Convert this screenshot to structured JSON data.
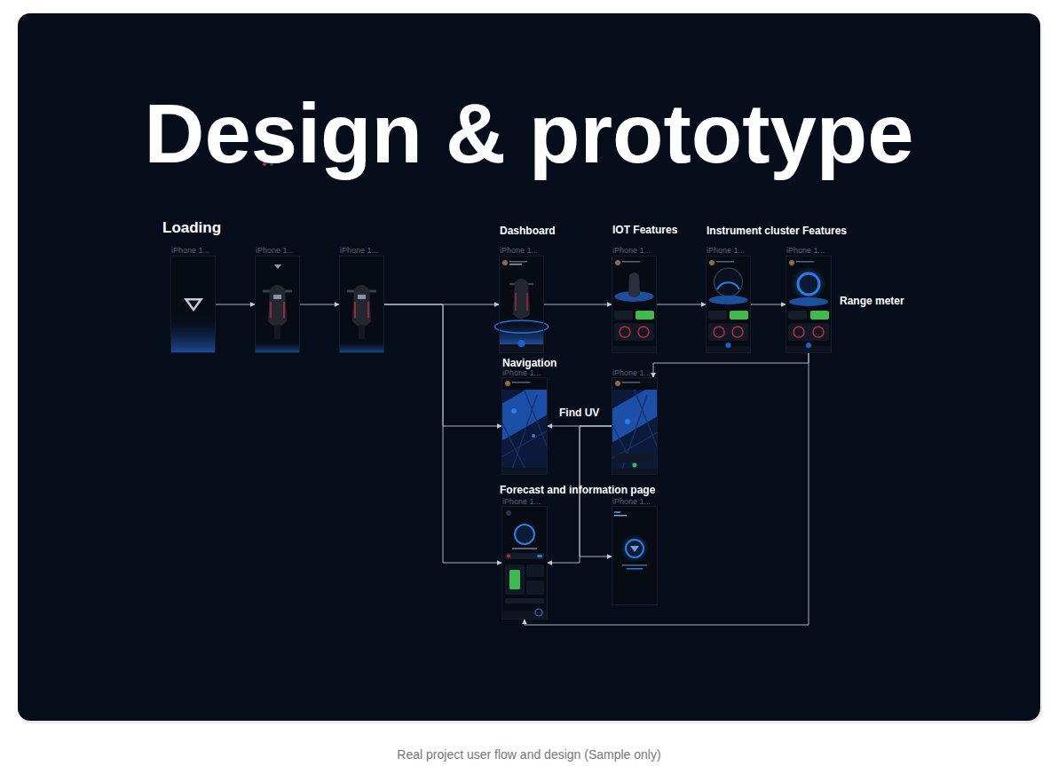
{
  "diagram": {
    "title": "Design & prototype",
    "caption": "Real project user flow and design (Sample only)",
    "nodes": [
      {
        "text": [
          "Loading",
          "iPhone 1..."
        ]
      },
      {
        "text": [
          "iPhone 1..."
        ]
      },
      {
        "text": [
          "iPhone 1..."
        ]
      },
      {
        "text": [
          "Dashboard",
          "iPhone 1..."
        ]
      },
      {
        "text": [
          "IOT Features",
          "iPhone 1..."
        ]
      },
      {
        "text": [
          "Instrument cluster Features",
          "iPhone 1..."
        ]
      },
      {
        "text": [
          "iPhone 1...",
          "Range meter"
        ]
      },
      {
        "text": [
          "Navigation",
          "iPhone 1..."
        ]
      },
      {
        "text": [
          "iPhone 1..."
        ]
      },
      {
        "text": [
          "Forecast and information page",
          "iPhone 1..."
        ]
      },
      {
        "text": [
          "iPhone 1..."
        ]
      }
    ],
    "edges": [
      {
        "from": 0,
        "to": 1,
        "arrow": "to"
      },
      {
        "from": 1,
        "to": 2,
        "arrow": "to"
      },
      {
        "from": 2,
        "to": 3,
        "arrow": "to"
      },
      {
        "from": 2,
        "to": 7,
        "arrow": "to"
      },
      {
        "from": 2,
        "to": 9,
        "arrow": "to"
      },
      {
        "from": 3,
        "to": 4,
        "arrow": "to"
      },
      {
        "from": 4,
        "to": 5,
        "arrow": "to"
      },
      {
        "from": 5,
        "to": 6,
        "arrow": "to"
      },
      {
        "from": 6,
        "to": 8,
        "arrow": "to"
      },
      {
        "from": 6,
        "to": 9,
        "arrow": "to"
      },
      {
        "from": 8,
        "to": 7,
        "arrow": "to"
      },
      {
        "from": 8,
        "to": 9,
        "arrow": "to"
      },
      {
        "from": 8,
        "to": 10,
        "arrow": "to"
      }
    ],
    "labels": [
      "Find UV"
    ]
  }
}
